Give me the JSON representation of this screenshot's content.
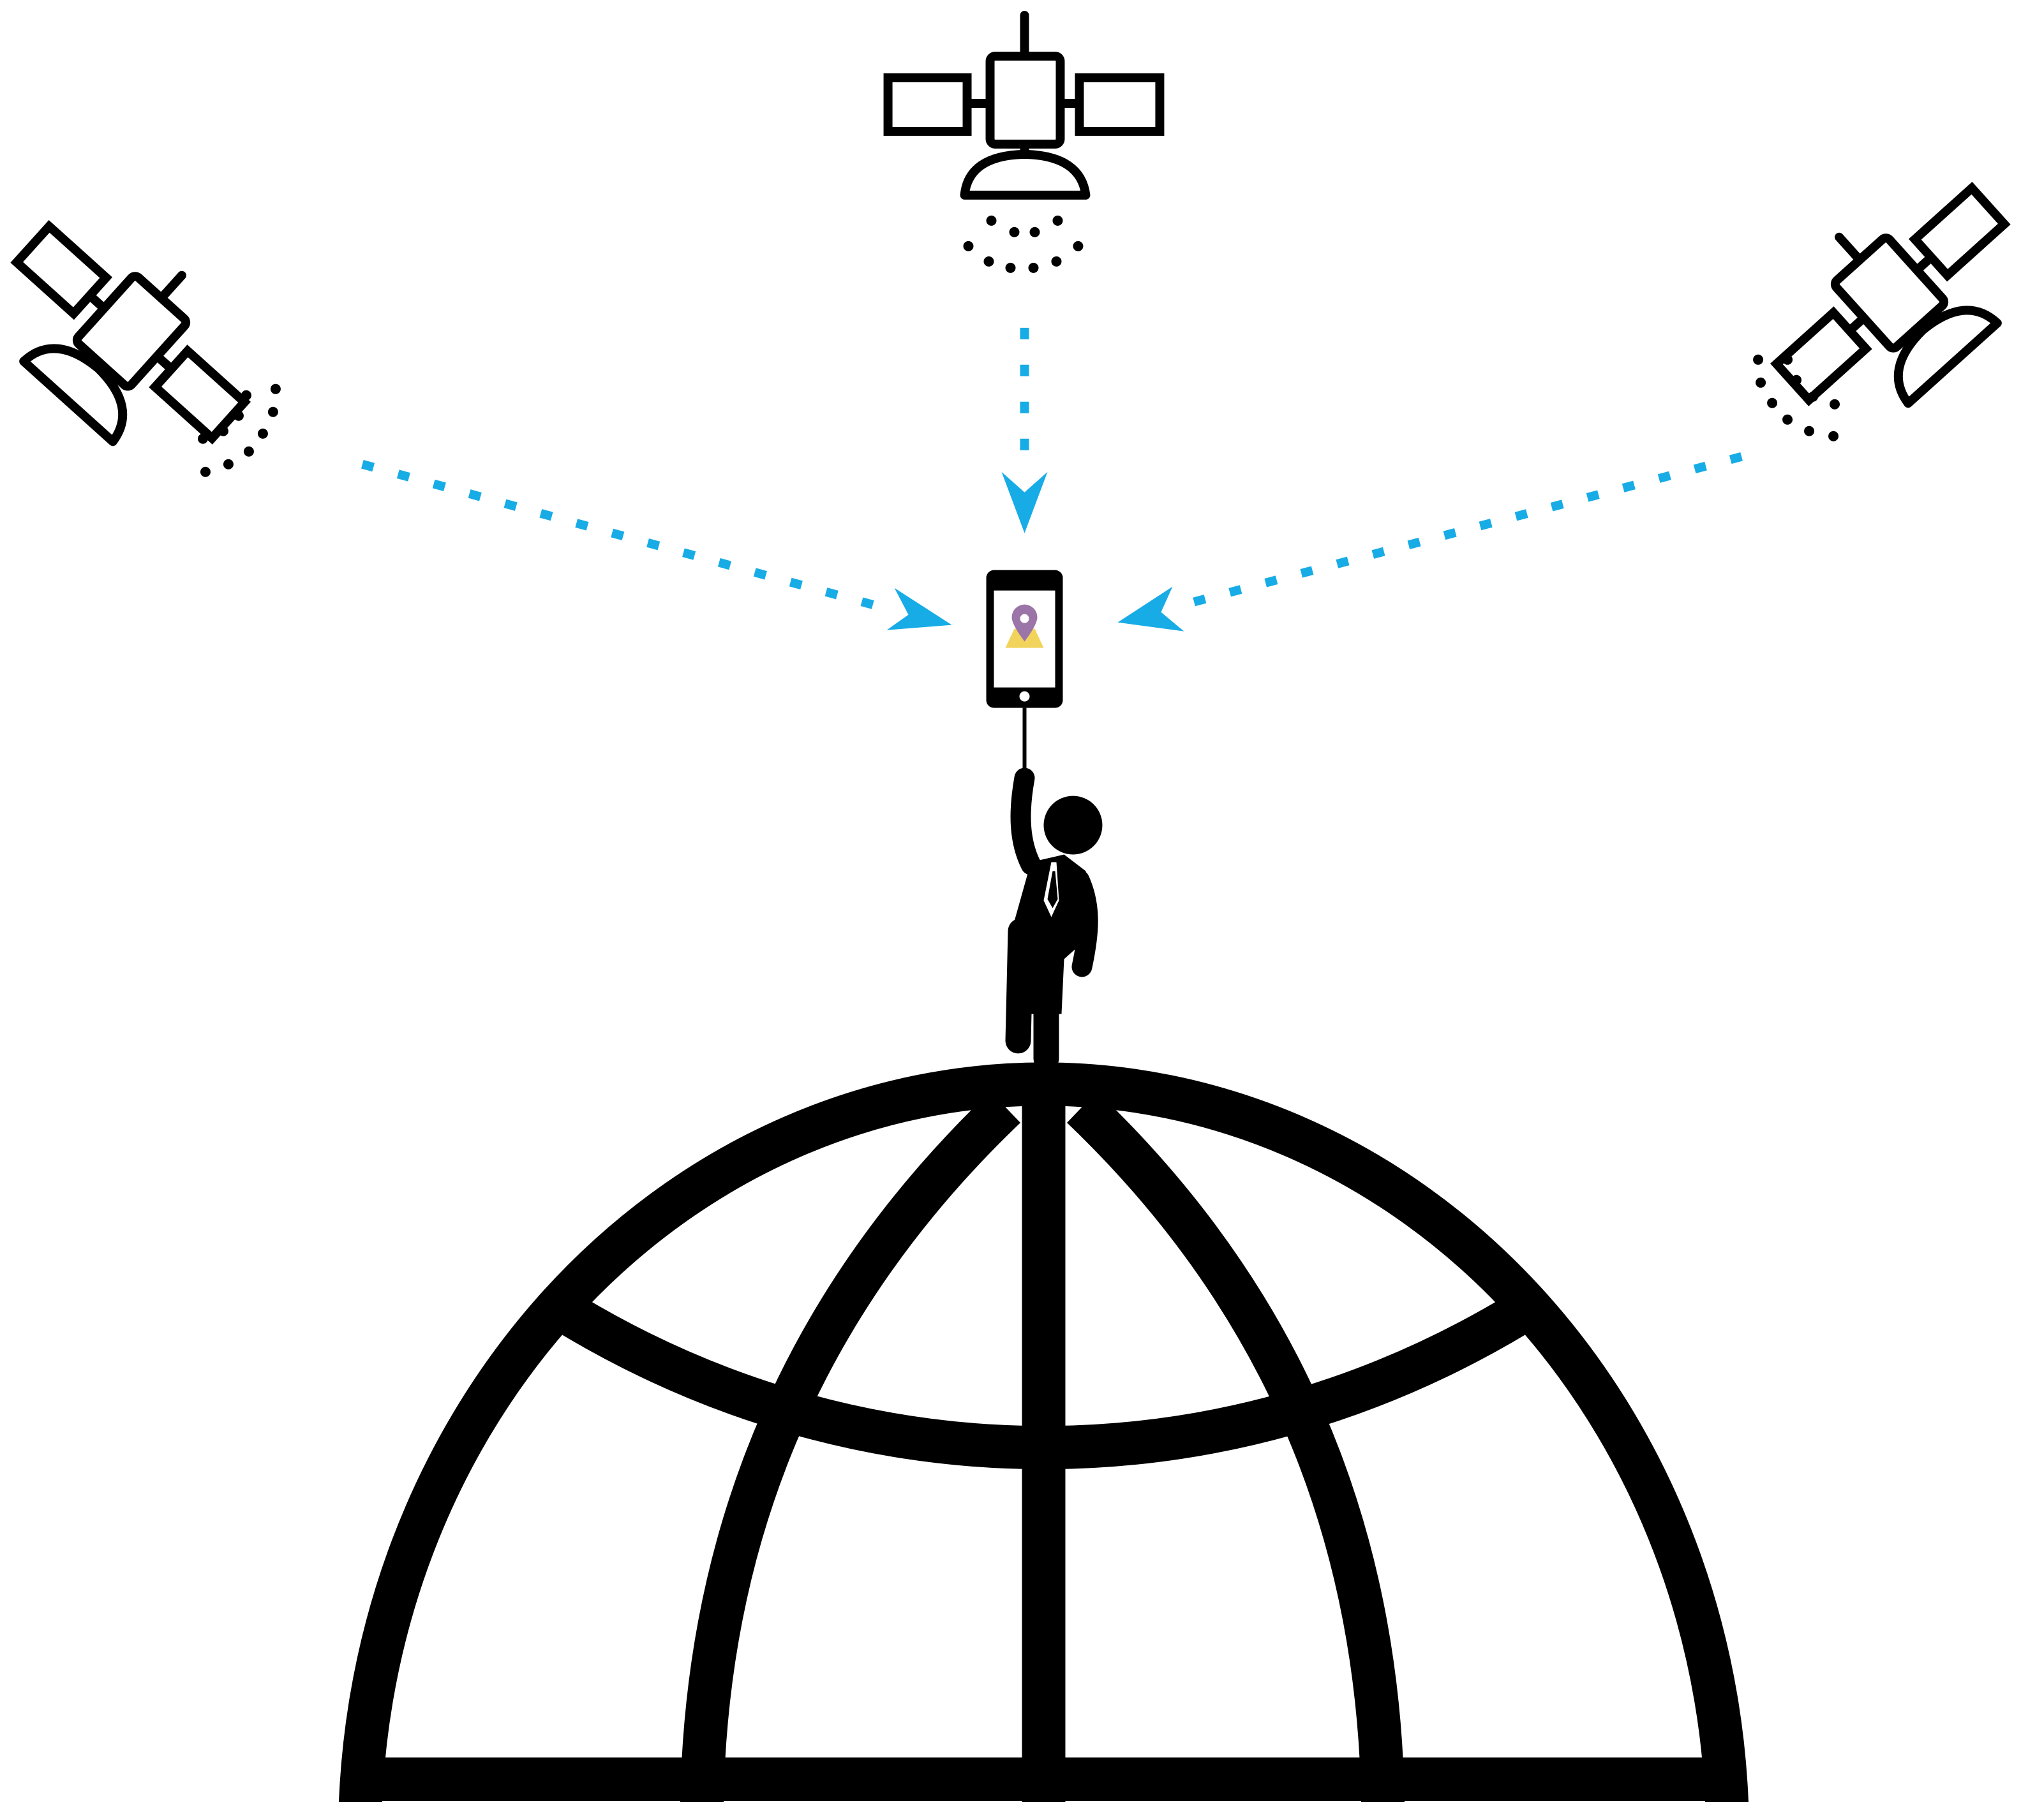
{
  "diagram": {
    "kind": "gps-positioning",
    "colors": {
      "ink": "#000000",
      "signal": "#17ace6",
      "screen_pin": "#9b74a8",
      "screen_map": "#f2d35b",
      "background": "#ffffff"
    },
    "satellites": [
      {
        "id": "satellite-left",
        "icon": "satellite-icon"
      },
      {
        "id": "satellite-top",
        "icon": "satellite-icon"
      },
      {
        "id": "satellite-right",
        "icon": "satellite-icon"
      }
    ],
    "signals": [
      {
        "from": "satellite-left",
        "to": "smartphone",
        "style": "dotted-arrow"
      },
      {
        "from": "satellite-top",
        "to": "smartphone",
        "style": "dotted-arrow"
      },
      {
        "from": "satellite-right",
        "to": "smartphone",
        "style": "dotted-arrow"
      }
    ],
    "receiver": {
      "icon": "smartphone-icon",
      "screen_icon": "map-pin-icon"
    },
    "person": {
      "icon": "person-icon"
    },
    "ground": {
      "icon": "globe-icon"
    }
  }
}
